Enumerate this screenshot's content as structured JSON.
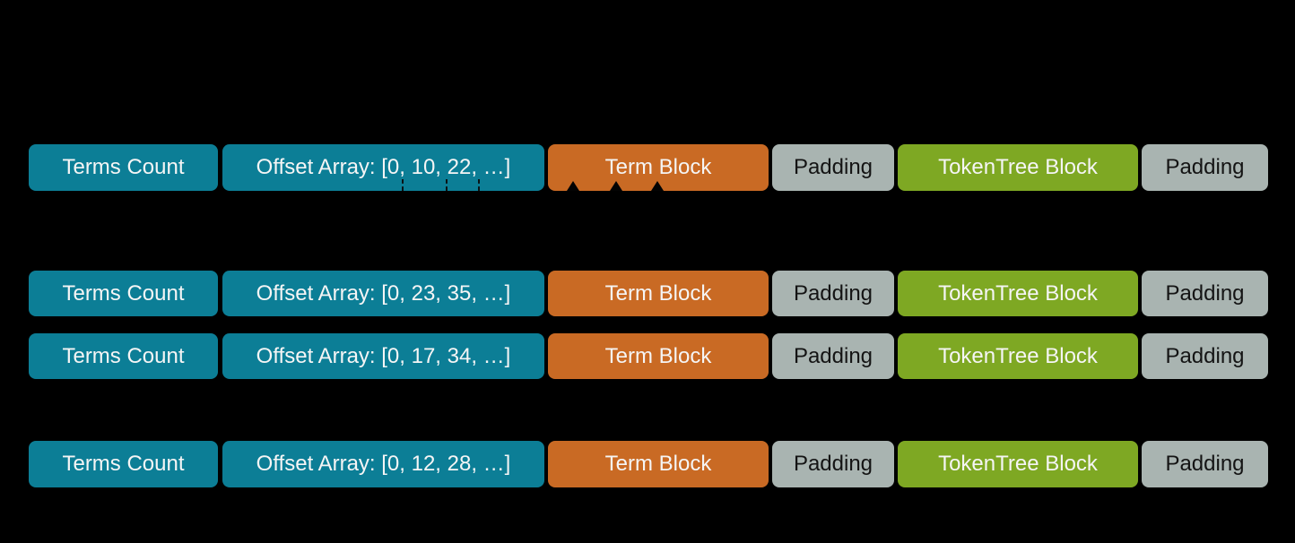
{
  "diagram": {
    "description_colors": {
      "background": "#000000",
      "teal_block": "#0C7E96",
      "orange_block": "#C96A24",
      "gray_block": "#A9B4B1",
      "green_block": "#7EA823",
      "light_text": "#F5F5F5",
      "dark_text": "#141414",
      "arrow_marks": "#0A1316"
    },
    "rows": [
      {
        "cells": [
          {
            "label": "Terms Count"
          },
          {
            "label": "Offset Array: [0, 10, 22, …]"
          },
          {
            "label": "Term Block"
          },
          {
            "label": "Padding"
          },
          {
            "label": "TokenTree Block"
          },
          {
            "label": "Padding"
          }
        ],
        "offset_pointer_dashes_x": [
          448,
          497,
          533
        ],
        "term_block_arrowheads_x": [
          639,
          687,
          733
        ]
      },
      {
        "cells": [
          {
            "label": "Terms Count"
          },
          {
            "label": "Offset Array: [0, 23, 35, …]"
          },
          {
            "label": "Term Block"
          },
          {
            "label": "Padding"
          },
          {
            "label": "TokenTree Block"
          },
          {
            "label": "Padding"
          }
        ]
      },
      {
        "cells": [
          {
            "label": "Terms Count"
          },
          {
            "label": "Offset Array: [0, 17, 34, …]"
          },
          {
            "label": "Term Block"
          },
          {
            "label": "Padding"
          },
          {
            "label": "TokenTree Block"
          },
          {
            "label": "Padding"
          }
        ]
      },
      {
        "cells": [
          {
            "label": "Terms Count"
          },
          {
            "label": "Offset Array: [0, 12, 28, …]"
          },
          {
            "label": "Term Block"
          },
          {
            "label": "Padding"
          },
          {
            "label": "TokenTree Block"
          },
          {
            "label": "Padding"
          }
        ]
      }
    ]
  }
}
